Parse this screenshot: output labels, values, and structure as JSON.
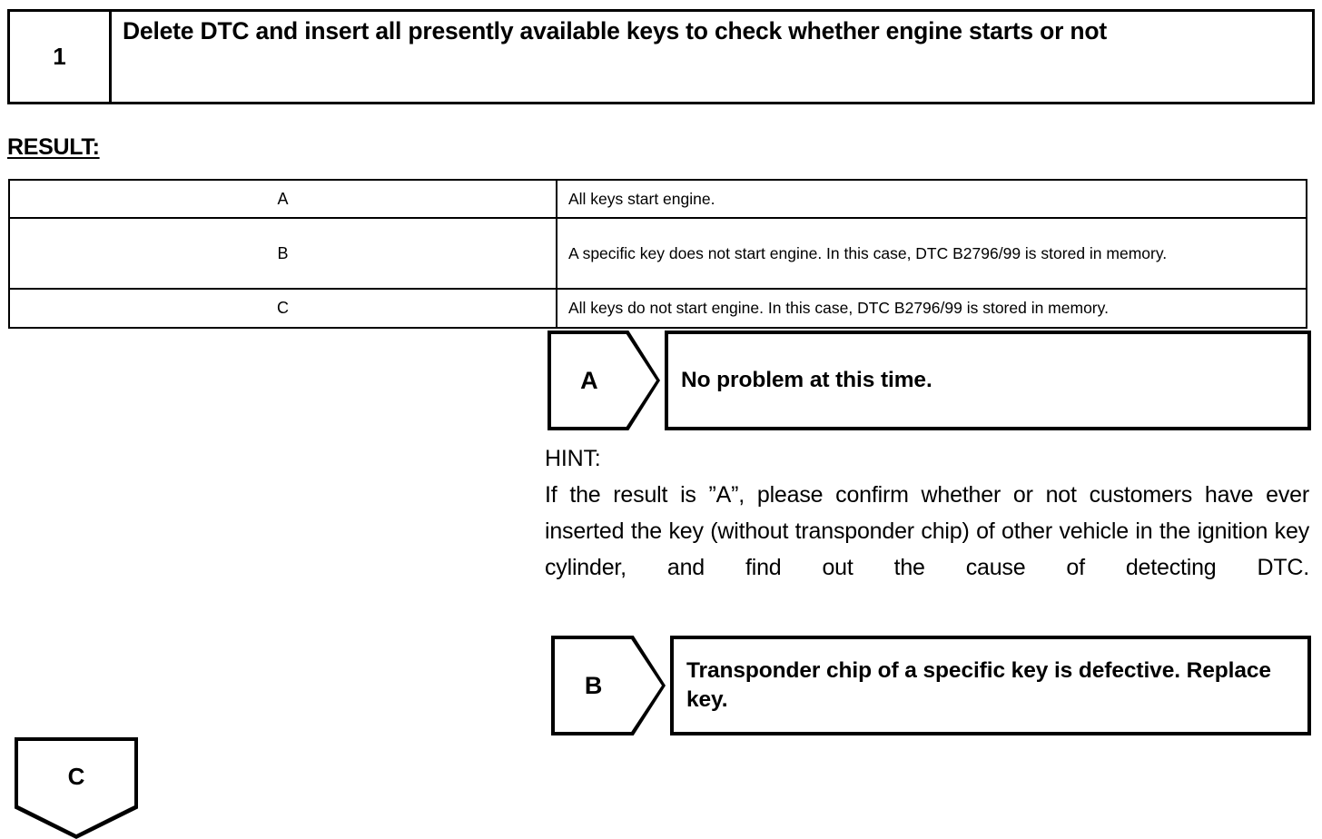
{
  "step": {
    "number": "1",
    "instruction": "Delete DTC and insert all presently available keys to check whether engine starts or not"
  },
  "result_section": {
    "label": "RESULT:",
    "rows": [
      {
        "key": "A",
        "description": "All keys start engine."
      },
      {
        "key": "B",
        "description": "A specific key does not start engine. In this case, DTC B2796/99 is stored in memory."
      },
      {
        "key": "C",
        "description": "All keys do not start engine. In this case, DTC B2796/99 is stored in memory."
      }
    ]
  },
  "callouts": [
    {
      "tag": "A",
      "text": "No problem at this time."
    },
    {
      "tag": "B",
      "text": "Transponder chip of a specific key is defective. Replace key."
    }
  ],
  "hint": {
    "title": "HINT:",
    "body": "If the result is ”A”, please confirm whether or not customers have ever inserted the key (without transponder chip) of other vehicle in the ignition key cylinder, and find out the cause of detecting DTC."
  },
  "flow_connector": {
    "tag": "C"
  },
  "colors": {
    "ink": "#000000",
    "paper": "#ffffff"
  }
}
